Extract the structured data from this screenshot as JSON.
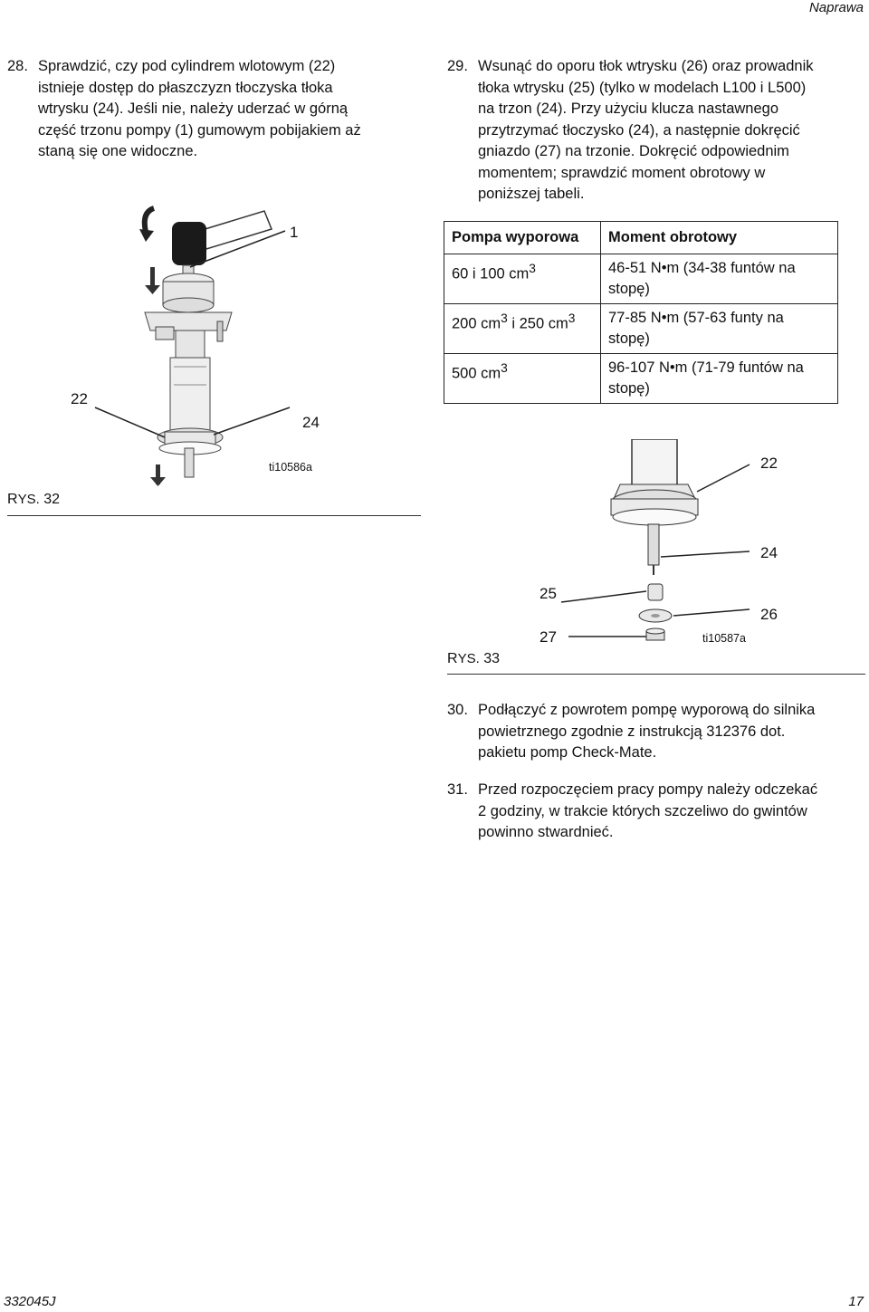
{
  "header": {
    "section": "Naprawa"
  },
  "step28": {
    "num": "28.",
    "lines": [
      "Sprawdzić, czy pod cylindrem wlotowym (22)",
      "istnieje dostęp do płaszczyzn tłoczyska tłoka",
      "wtrysku (24). Jeśli nie, należy uderzać w górną",
      "część trzonu pompy (1) gumowym pobijakiem aż",
      "staną się one widoczne."
    ]
  },
  "step29": {
    "num": "29.",
    "lines": [
      "Wsunąć do oporu tłok wtrysku (26) oraz prowadnik",
      "tłoka wtrysku (25) (tylko w modelach L100 i L500)",
      "na trzon (24). Przy użyciu klucza nastawnego",
      "przytrzymać tłoczysko (24), a następnie dokręcić",
      "gniazdo (27) na trzonie. Dokręcić odpowiednim",
      "momentem; sprawdzić moment obrotowy w",
      "poniższej tabeli."
    ]
  },
  "table": {
    "headers": [
      "Pompa wyporowa",
      "Moment obrotowy"
    ],
    "rows": [
      {
        "pump": "60 i 100 cm",
        "pump_sup": "3",
        "pump_tail": "",
        "torque_1": "46-51 N•m (34-38 funtów na",
        "torque_2": "stopę)"
      },
      {
        "pump": "200 cm",
        "pump_sup": "3",
        "pump_tail": " i 250 cm",
        "pump_sup2": "3",
        "torque_1": "77-85 N•m (57-63 funty na",
        "torque_2": "stopę)"
      },
      {
        "pump": "500 cm",
        "pump_sup": "3",
        "pump_tail": "",
        "torque_1": "96-107 N•m (71-79 funtów na",
        "torque_2": "stopę)"
      }
    ]
  },
  "fig32": {
    "label_prefix": "R",
    "label_caps": "YS.",
    "label_num": "32",
    "code": "ti10586a",
    "callouts": {
      "c1": "1",
      "c22": "22",
      "c24": "24"
    }
  },
  "fig33": {
    "label_prefix": "R",
    "label_caps": "YS.",
    "label_num": "33",
    "code": "ti10587a",
    "callouts": {
      "c22": "22",
      "c24": "24",
      "c25": "25",
      "c26": "26",
      "c27": "27"
    }
  },
  "step30": {
    "num": "30.",
    "lines": [
      "Podłączyć z powrotem pompę wyporową do silnika",
      "powietrznego zgodnie z instrukcją 312376 dot.",
      "pakietu pomp Check-Mate."
    ]
  },
  "step31": {
    "num": "31.",
    "lines": [
      "Przed rozpoczęciem pracy pompy należy odczekać",
      "2 godziny, w trakcie których szczeliwo do gwintów",
      "powinno stwardnieć."
    ]
  },
  "footer": {
    "doc": "332045J",
    "page": "17"
  }
}
